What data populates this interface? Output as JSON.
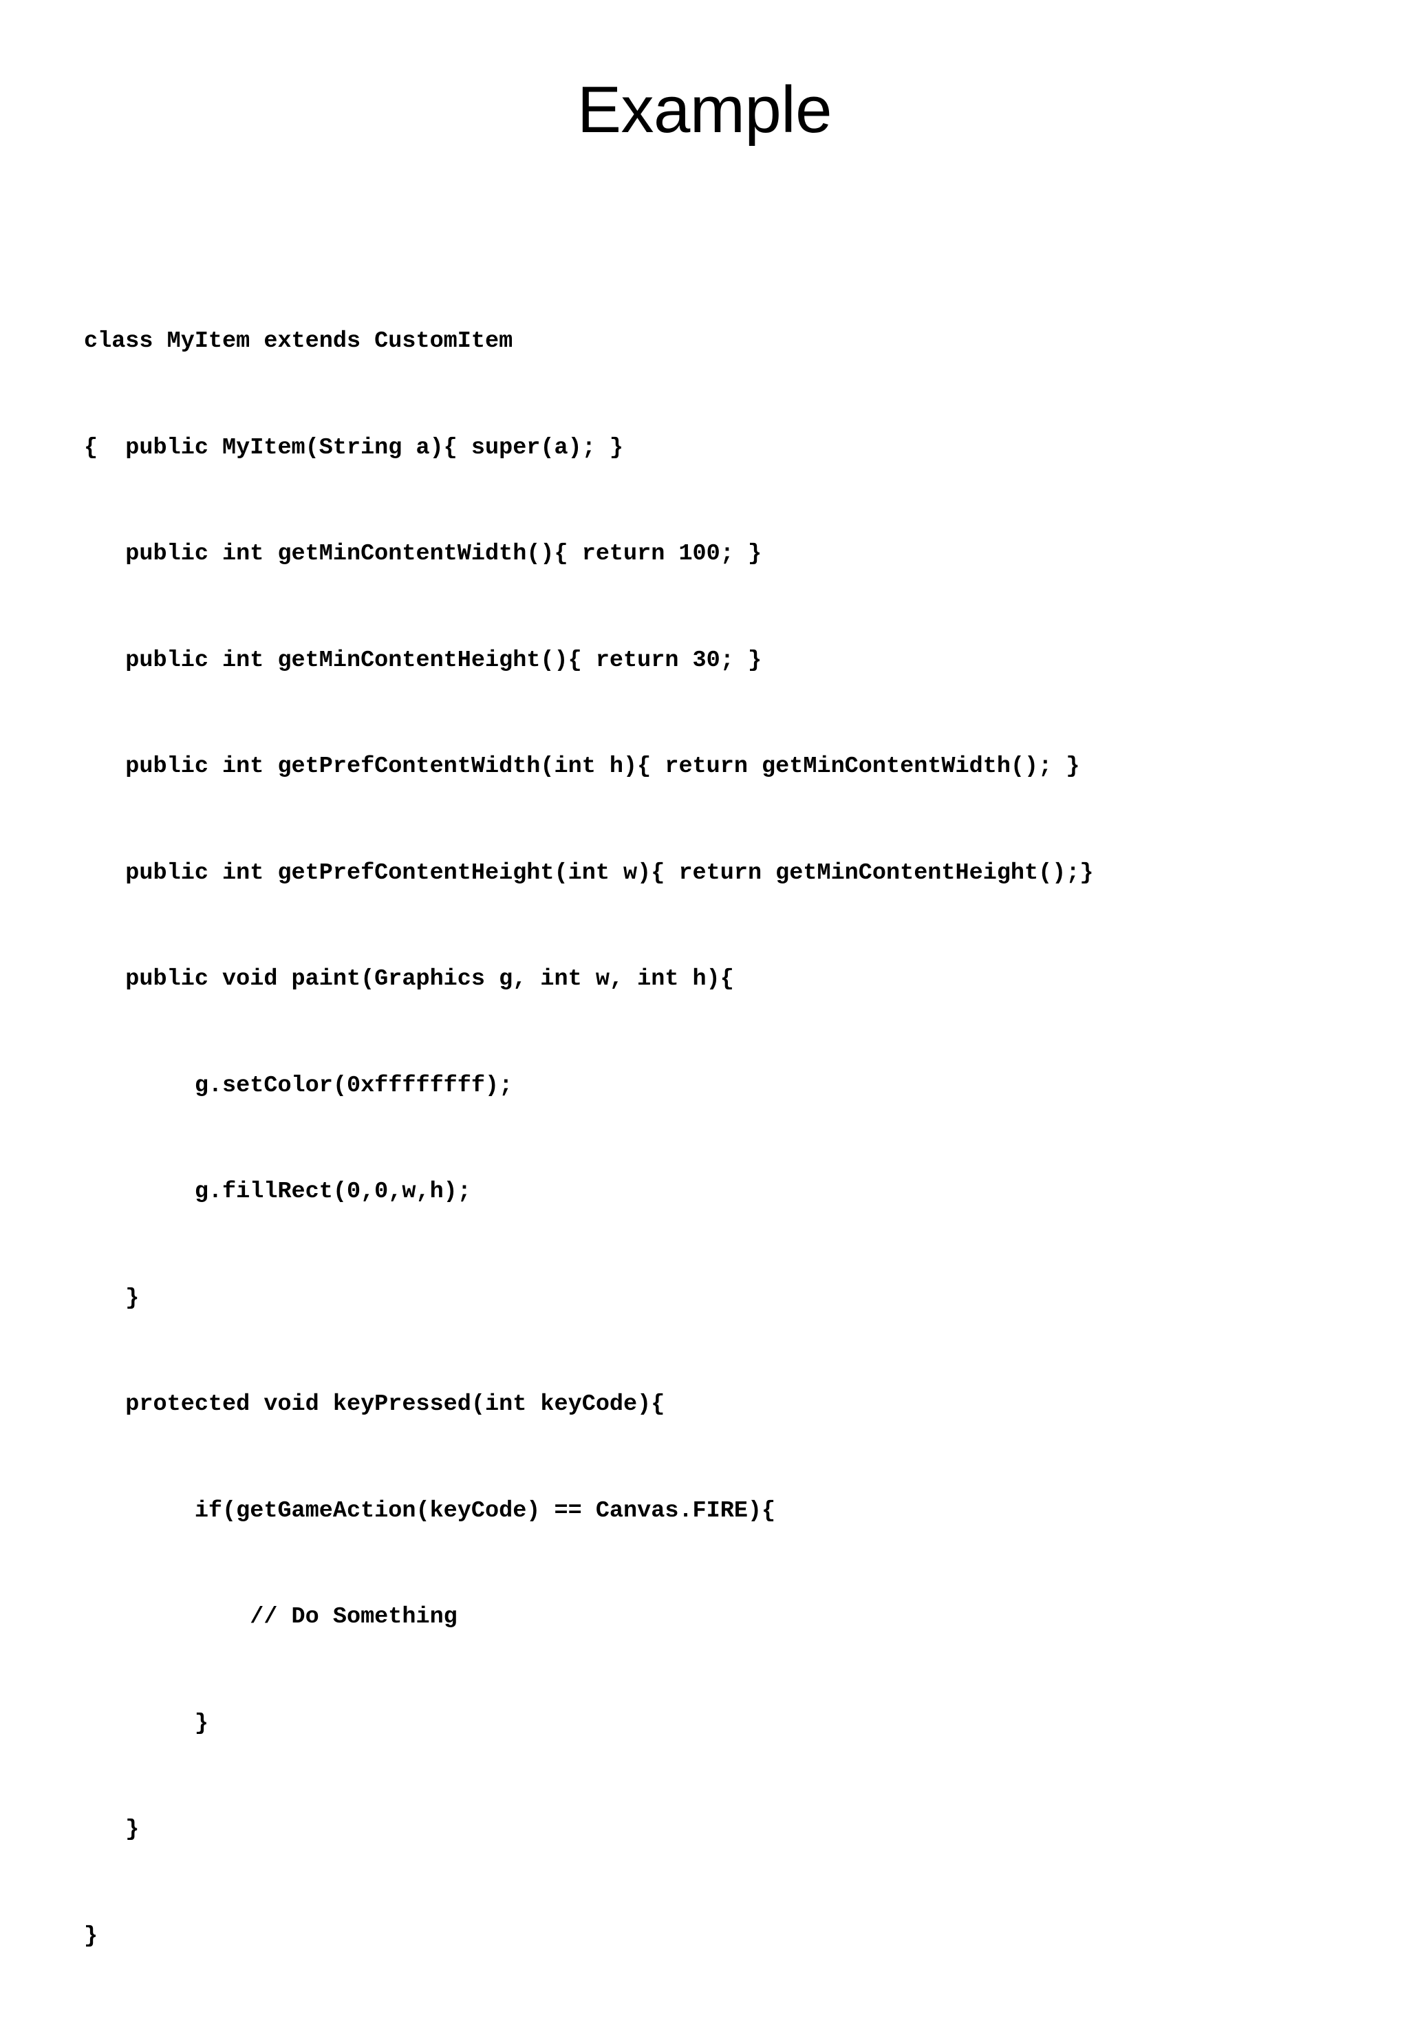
{
  "slide": {
    "title": "Example",
    "background_color": "#ffffff",
    "text_color": "#000000",
    "code": {
      "language": "java",
      "lines": [
        "class MyItem extends CustomItem",
        "{  public MyItem(String a){ super(a); }",
        "   public int getMinContentWidth(){ return 100; }",
        "   public int getMinContentHeight(){ return 30; }",
        "   public int getPrefContentWidth(int h){ return getMinContentWidth(); }",
        "   public int getPrefContentHeight(int w){ return getMinContentHeight();}",
        "   public void paint(Graphics g, int w, int h){",
        "        g.setColor(0xffffffff);",
        "        g.fillRect(0,0,w,h);",
        "   }",
        "   protected void keyPressed(int keyCode){",
        "        if(getGameAction(keyCode) == Canvas.FIRE){",
        "            // Do Something",
        "        }",
        "   }",
        "}"
      ]
    }
  }
}
